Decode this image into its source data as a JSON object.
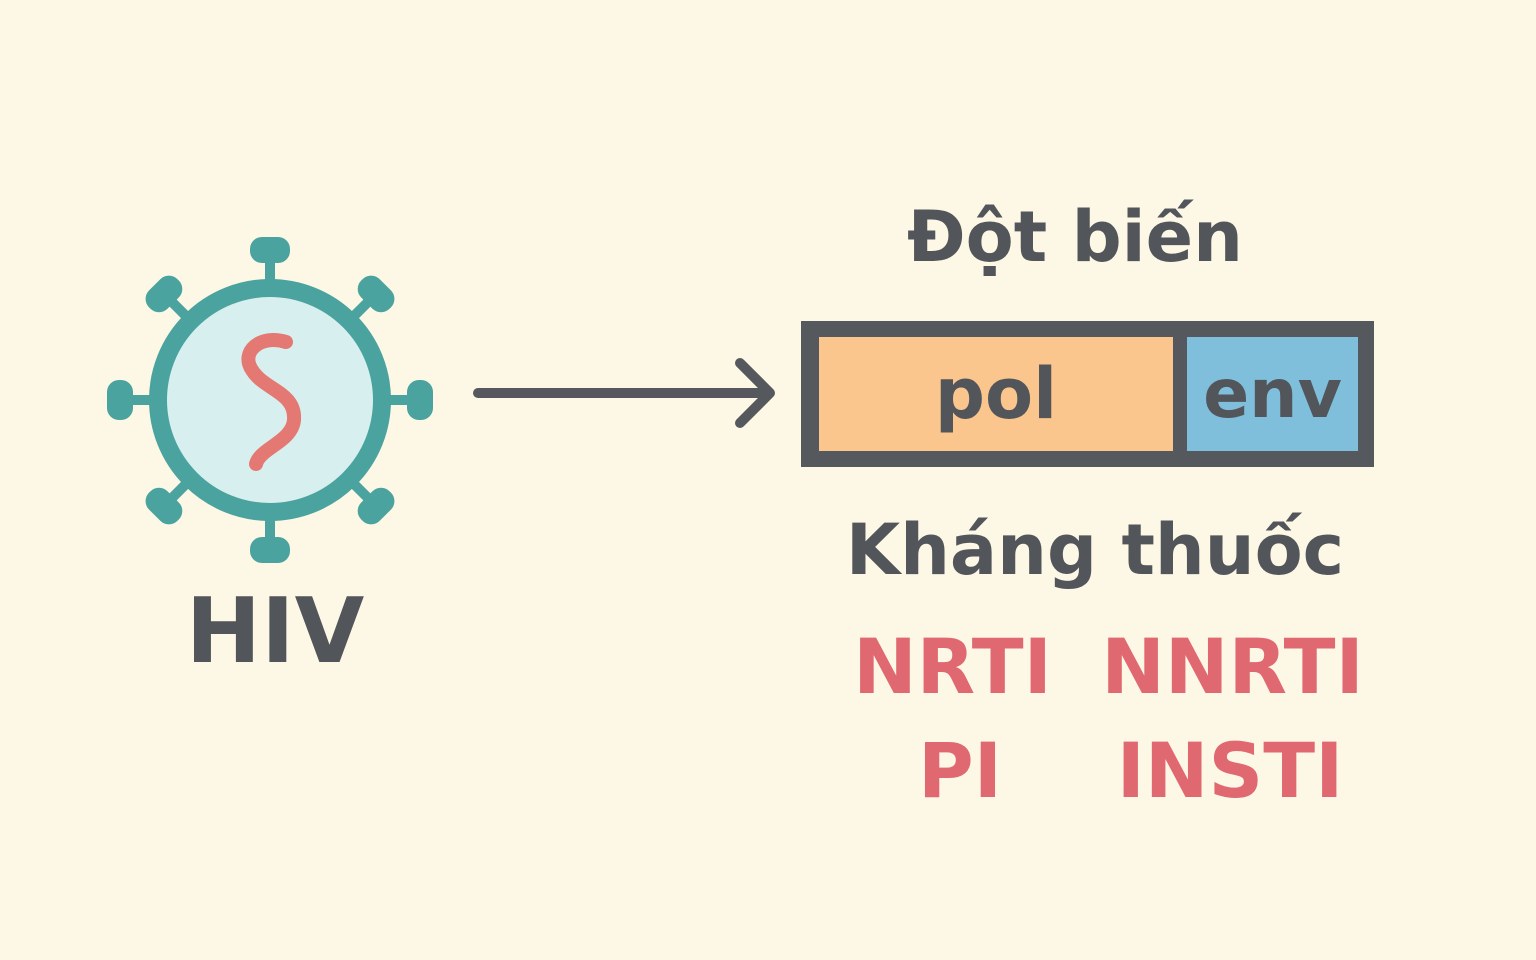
{
  "virus": {
    "label": "HIV",
    "colors": {
      "capsid": "#4aa39e",
      "interior": "#d7efee",
      "rna": "#e47872"
    }
  },
  "arrow": {
    "color": "#55585d"
  },
  "mutation": {
    "title": "Đột biến"
  },
  "genome": {
    "pol_label": "pol",
    "env_label": "env",
    "colors": {
      "pol": "#fbc58e",
      "env": "#7fbfdb",
      "border": "#55585d"
    }
  },
  "resistance": {
    "title": "Kháng thuốc",
    "drugs": [
      "NRTI",
      "NNRTI",
      "PI",
      "INSTI"
    ],
    "color": "#e06870"
  },
  "colors": {
    "background": "#fdf7e6",
    "text": "#52555a"
  }
}
